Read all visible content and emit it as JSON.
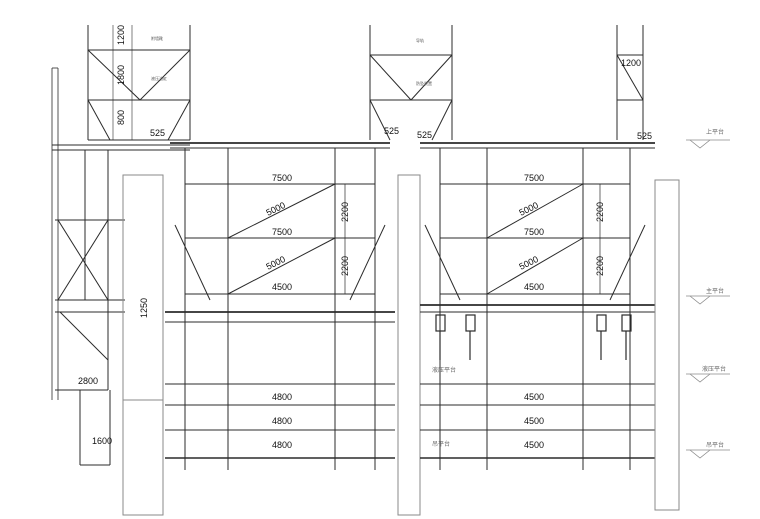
{
  "dimensions": {
    "left_tower_heights": [
      "1200",
      "1800",
      "800"
    ],
    "left_offset_525": "525",
    "mid_offset_525": "525",
    "mid_offset_525b": "525",
    "right_offset_525": "525",
    "right_tower_width": "1200",
    "left_side_1250": "1250",
    "left_side_2800": "2800",
    "left_side_1600": "1600",
    "bay1_spans": [
      "7500",
      "5000",
      "7500",
      "5000",
      "4500"
    ],
    "bay1_heights": [
      "2200",
      "2200"
    ],
    "bay1_lower_spans": [
      "4800",
      "4800",
      "4800"
    ],
    "bay2_spans": [
      "7500",
      "5000",
      "7500",
      "5000",
      "4500"
    ],
    "bay2_heights": [
      "2200",
      "2200"
    ],
    "bay2_lower_spans": [
      "4500",
      "4500",
      "4500"
    ]
  },
  "levels": {
    "top": "上平台",
    "main": "主平台",
    "hydraulic": "液压平台",
    "hanging": "吊平台",
    "mid_label_1": "液压平台",
    "mid_label_2": "吊平台"
  },
  "annotations": {
    "note1": "附墙靴",
    "note2": "液压油缸",
    "note3": "导轨",
    "note4": "防坠装置"
  },
  "colors": {
    "line": "#2b2b2b",
    "light": "#8a8a8a",
    "bg": "#ffffff"
  }
}
